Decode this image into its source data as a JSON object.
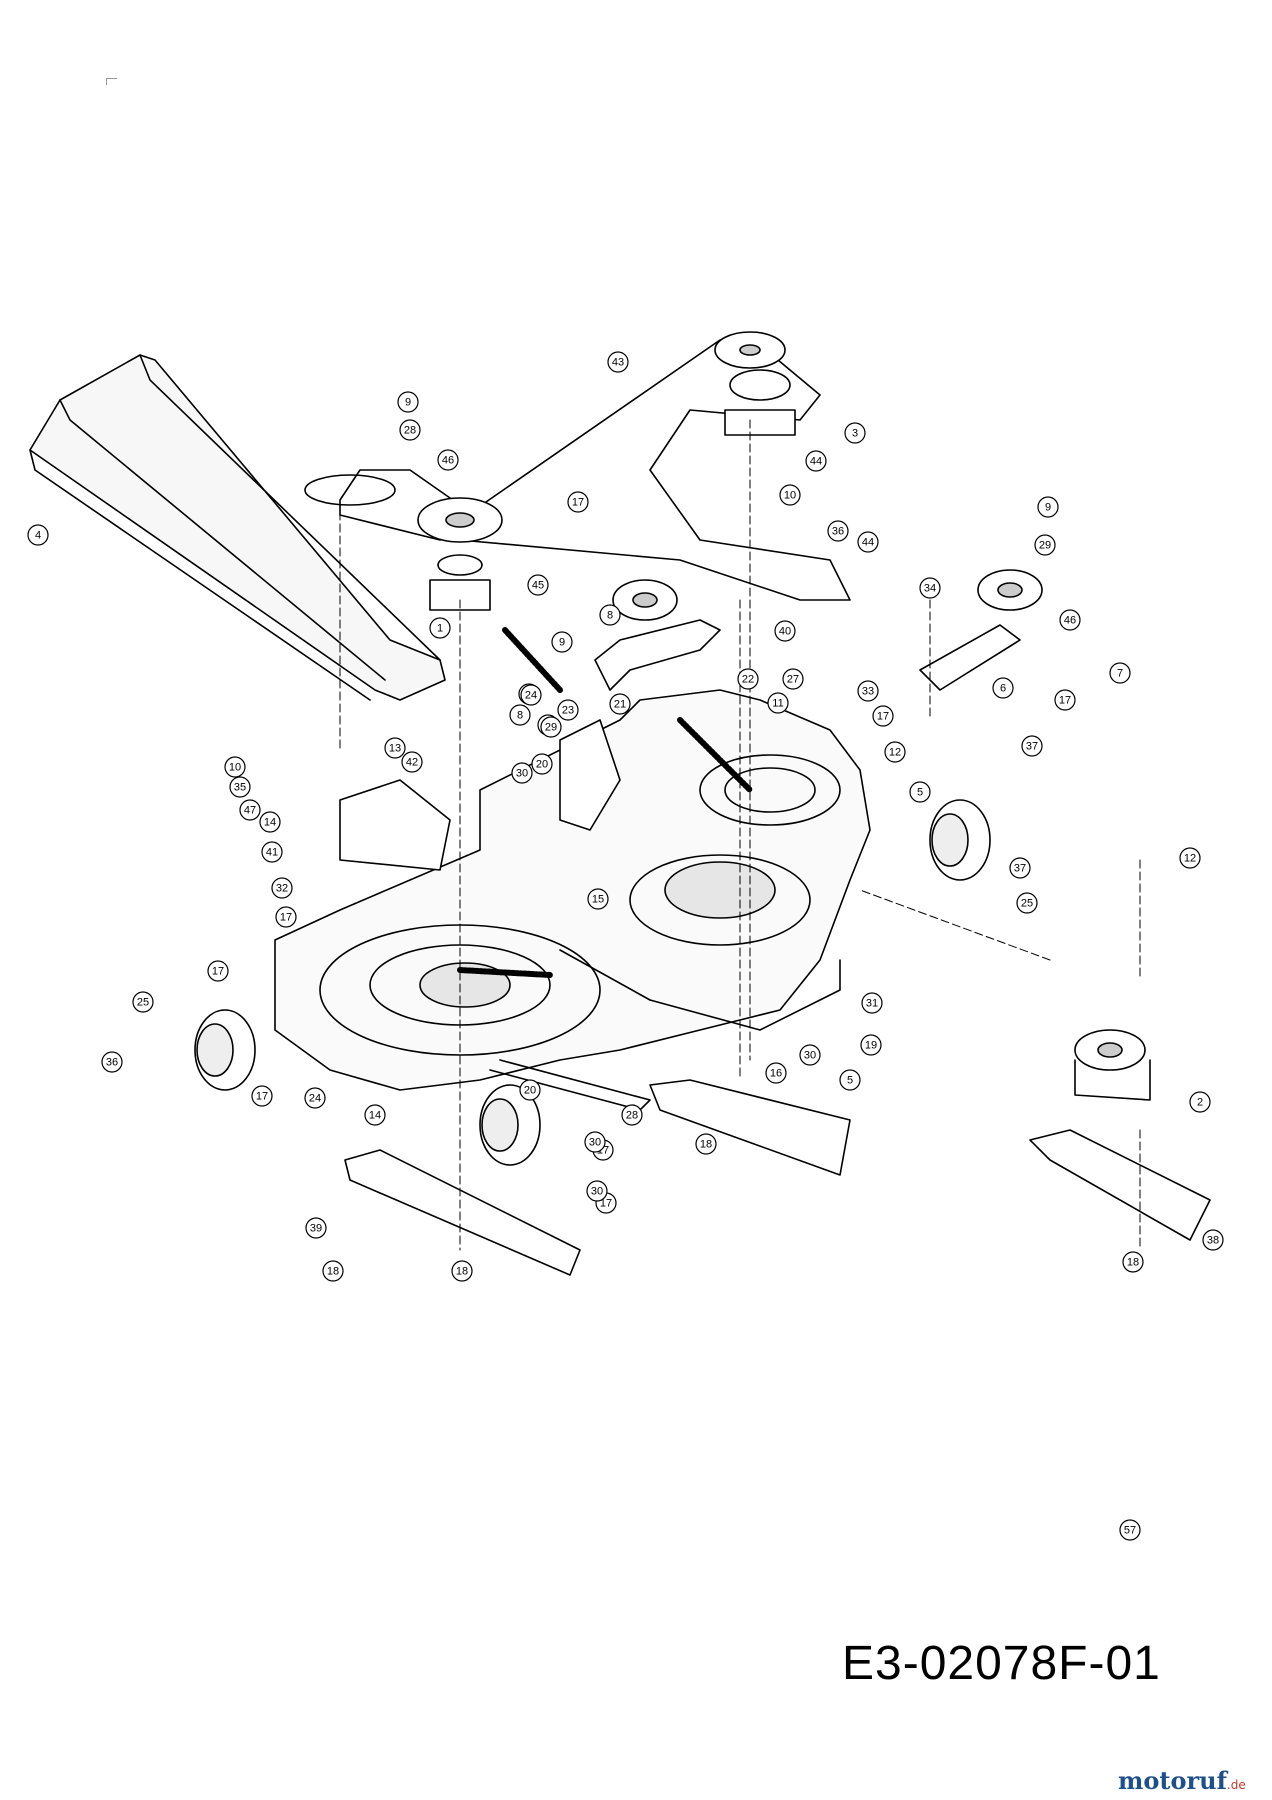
{
  "drawing_code": "E3-02078F-01",
  "watermark": {
    "brand": "motoruf",
    "suffix": ".de"
  },
  "callouts": [
    "1",
    "2",
    "3",
    "4",
    "5",
    "5",
    "6",
    "7",
    "8",
    "8",
    "9",
    "9",
    "9",
    "10",
    "10",
    "11",
    "12",
    "12",
    "13",
    "14",
    "14",
    "15",
    "15",
    "16",
    "17",
    "17",
    "17",
    "17",
    "17",
    "17",
    "17",
    "17",
    "18",
    "18",
    "18",
    "18",
    "19",
    "20",
    "20",
    "21",
    "22",
    "23",
    "24",
    "24",
    "24",
    "25",
    "25",
    "27",
    "28",
    "28",
    "29",
    "29",
    "30",
    "30",
    "30",
    "30",
    "31",
    "32",
    "33",
    "34",
    "35",
    "36",
    "36",
    "37",
    "37",
    "38",
    "39",
    "40",
    "41",
    "42",
    "43",
    "44",
    "44",
    "45",
    "46",
    "46",
    "47",
    "57"
  ]
}
